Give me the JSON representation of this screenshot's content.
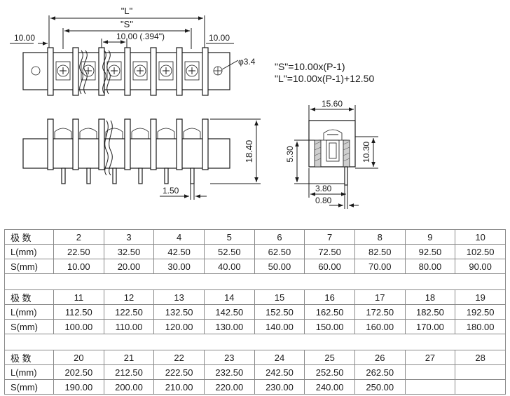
{
  "drawing": {
    "dim_L": "\"L\"",
    "dim_S": "\"S\"",
    "dim_end_left": "10.00",
    "dim_end_right": "10.00",
    "dim_pitch": "10.00  (.394\")",
    "dim_hole": "φ3.4",
    "formula_S": "\"S\"=10.00x(P-1)",
    "formula_L": "\"L\"=10.00x(P-1)+12.50",
    "dim_height": "18.40",
    "dim_pin": "1.50",
    "dim_side_width": "15.60",
    "dim_side_left": "5.30",
    "dim_side_right": "10.30",
    "dim_side_380": "3.80",
    "dim_side_080": "0.80"
  },
  "table": {
    "label_poles": "极 数",
    "label_L": "L(mm)",
    "label_S": "S(mm)",
    "blocks": [
      {
        "poles": [
          "2",
          "3",
          "4",
          "5",
          "6",
          "7",
          "8",
          "9",
          "10"
        ],
        "L": [
          "22.50",
          "32.50",
          "42.50",
          "52.50",
          "62.50",
          "72.50",
          "82.50",
          "92.50",
          "102.50"
        ],
        "S": [
          "10.00",
          "20.00",
          "30.00",
          "40.00",
          "50.00",
          "60.00",
          "70.00",
          "80.00",
          "90.00"
        ]
      },
      {
        "poles": [
          "11",
          "12",
          "13",
          "14",
          "15",
          "16",
          "17",
          "18",
          "19"
        ],
        "L": [
          "112.50",
          "122.50",
          "132.50",
          "142.50",
          "152.50",
          "162.50",
          "172.50",
          "182.50",
          "192.50"
        ],
        "S": [
          "100.00",
          "110.00",
          "120.00",
          "130.00",
          "140.00",
          "150.00",
          "160.00",
          "170.00",
          "180.00"
        ]
      },
      {
        "poles": [
          "20",
          "21",
          "22",
          "23",
          "24",
          "25",
          "26",
          "27",
          "28"
        ],
        "L": [
          "202.50",
          "212.50",
          "222.50",
          "232.50",
          "242.50",
          "252.50",
          "262.50",
          "",
          ""
        ],
        "S": [
          "190.00",
          "200.00",
          "210.00",
          "220.00",
          "230.00",
          "240.00",
          "250.00",
          "",
          ""
        ]
      }
    ]
  }
}
